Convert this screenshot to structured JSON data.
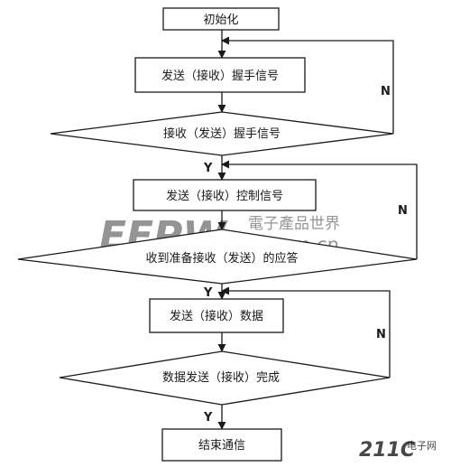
{
  "nodes": {
    "init": "初始化",
    "send_handshake": "发送（接收）握手信号",
    "recv_handshake": "接收（发送）握手信号",
    "send_control": "发送（接收）控制信号",
    "recv_ready": "收到准备接收（发送）的应答",
    "send_data": "发送（接收）数据",
    "data_done": "数据发送（接收）完成",
    "end": "结束通信"
  },
  "labels": {
    "yes": "Y",
    "no": "N"
  },
  "watermarks": {
    "logo": "EEPW",
    "logo_cn": "電子產品世界",
    "logo_domain": ".com.cn",
    "corner": "211C",
    "corner_cn": "电子网"
  },
  "colors": {
    "line": "#1a1a1a",
    "watermark": "#e23a3a"
  }
}
